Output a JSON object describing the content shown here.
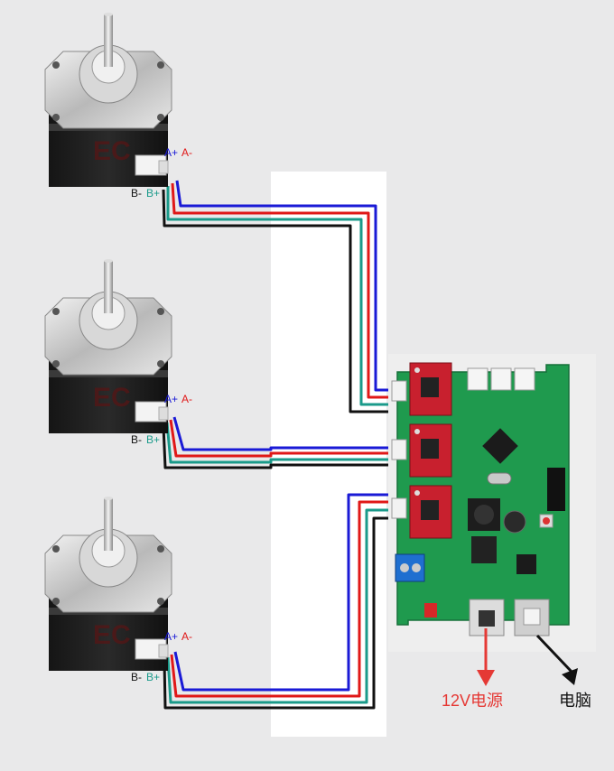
{
  "colors": {
    "background": "#e9e9ea",
    "panel": "#ffffff",
    "wire_blue": "#1a1ad6",
    "wire_red": "#e01818",
    "wire_teal": "#1a9a8a",
    "wire_black": "#111111",
    "pcb_green": "#1f9a4e",
    "driver_red": "#c8202e",
    "power_label": "#e53935",
    "arrow_red": "#e53935",
    "arrow_black": "#111111"
  },
  "motors": [
    {
      "a_plus": "A+",
      "a_minus": "A-",
      "b_minus": "B-",
      "b_plus": "B+",
      "brand_icon": "ec-logo-icon"
    },
    {
      "a_plus": "A+",
      "a_minus": "A-",
      "b_minus": "B-",
      "b_plus": "B+",
      "brand_icon": "ec-logo-icon"
    },
    {
      "a_plus": "A+",
      "a_minus": "A-",
      "b_minus": "B-",
      "b_plus": "B+",
      "brand_icon": "ec-logo-icon"
    }
  ],
  "labels": {
    "power": "12V电源",
    "computer": "电脑"
  }
}
